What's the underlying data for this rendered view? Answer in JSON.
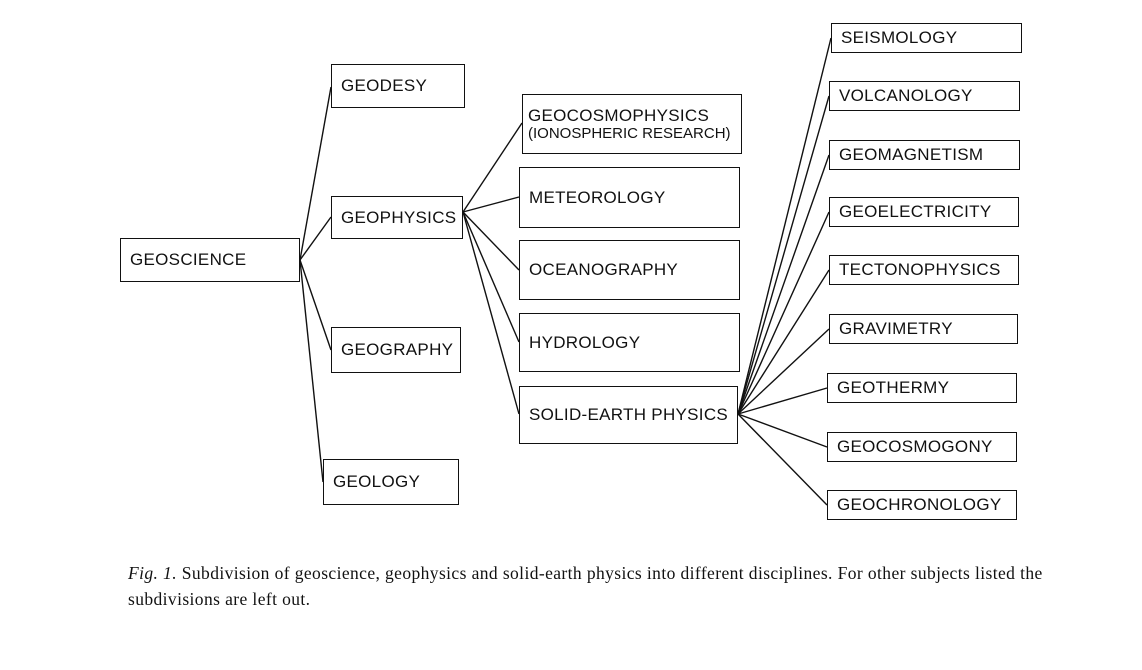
{
  "nodes": {
    "geoscience": "GEOSCIENCE",
    "geodesy": "GEODESY",
    "geophysics": "GEOPHYSICS",
    "geography": "GEOGRAPHY",
    "geology": "GEOLOGY",
    "geocosmophysics": "GEOCOSMOPHYSICS",
    "geocosmophysics_sub": "(IONOSPHERIC RESEARCH)",
    "meteorology": "METEOROLOGY",
    "oceanography": "OCEANOGRAPHY",
    "hydrology": "HYDROLOGY",
    "solid_earth": "SOLID-EARTH PHYSICS",
    "seismology": "SEISMOLOGY",
    "volcanology": "VOLCANOLOGY",
    "geomagnetism": "GEOMAGNETISM",
    "geoelectricity": "GEOELECTRICITY",
    "tectonophysics": "TECTONOPHYSICS",
    "gravimetry": "GRAVIMETRY",
    "geothermy": "GEOTHERMY",
    "geocosmogony": "GEOCOSMOGONY",
    "geochronology": "GEOCHRONOLOGY"
  },
  "caption": {
    "label": "Fig. 1.",
    "text": "Subdivision of geoscience, geophysics and solid-earth physics into different disciplines. For other subjects listed the subdivisions are left out."
  }
}
